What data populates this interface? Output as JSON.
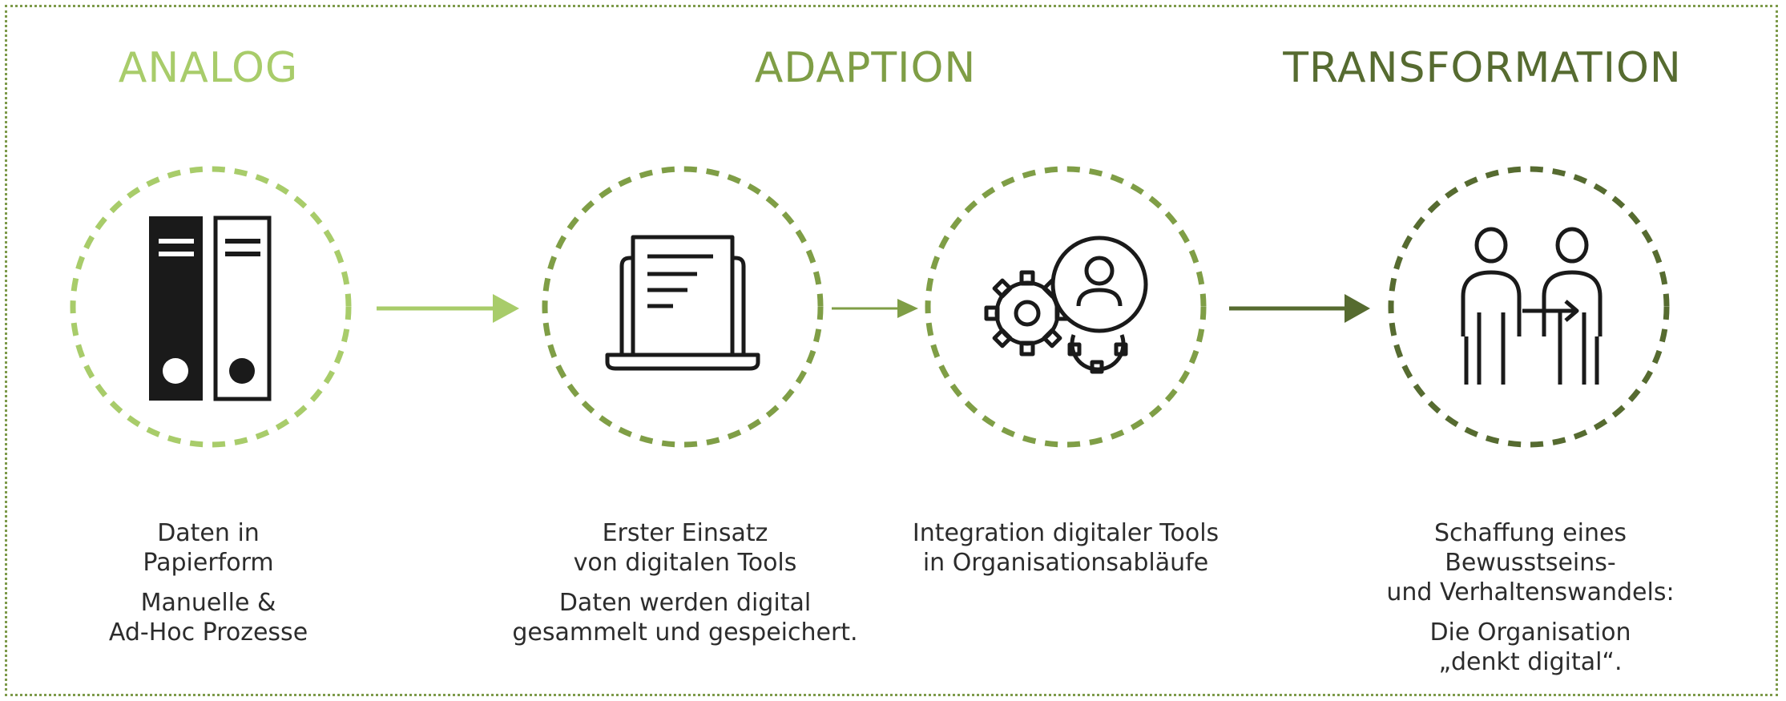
{
  "stages": [
    {
      "title": "ANALOG",
      "color": "#a8cc6a"
    },
    {
      "title": "ADAPTION",
      "color": "#7f9e46"
    },
    {
      "title": "TRANSFORMATION",
      "color": "#566b30"
    }
  ],
  "steps": [
    {
      "icon": "binders-icon",
      "lines": [
        "Daten in\nPapierform",
        "Manuelle &\nAd-Hoc Prozesse"
      ]
    },
    {
      "icon": "laptop-document-icon",
      "lines": [
        "Erster Einsatz\nvon digitalen Tools",
        "Daten werden digital\ngesammelt und gespeichert."
      ]
    },
    {
      "icon": "gears-person-icon",
      "lines": [
        "Integration digitaler Tools\nin Organisationsabläufe"
      ]
    },
    {
      "icon": "people-transfer-icon",
      "lines": [
        "Schaffung eines\nBewusstseins-\nund Verhaltenswandels:",
        "Die Organisation\n„denkt digital“."
      ]
    }
  ],
  "colors": {
    "light_green": "#a8cc6a",
    "mid_green": "#7f9e46",
    "dark_green": "#566b30",
    "border": "#7d9a4a",
    "ink": "#1a1a1a"
  }
}
